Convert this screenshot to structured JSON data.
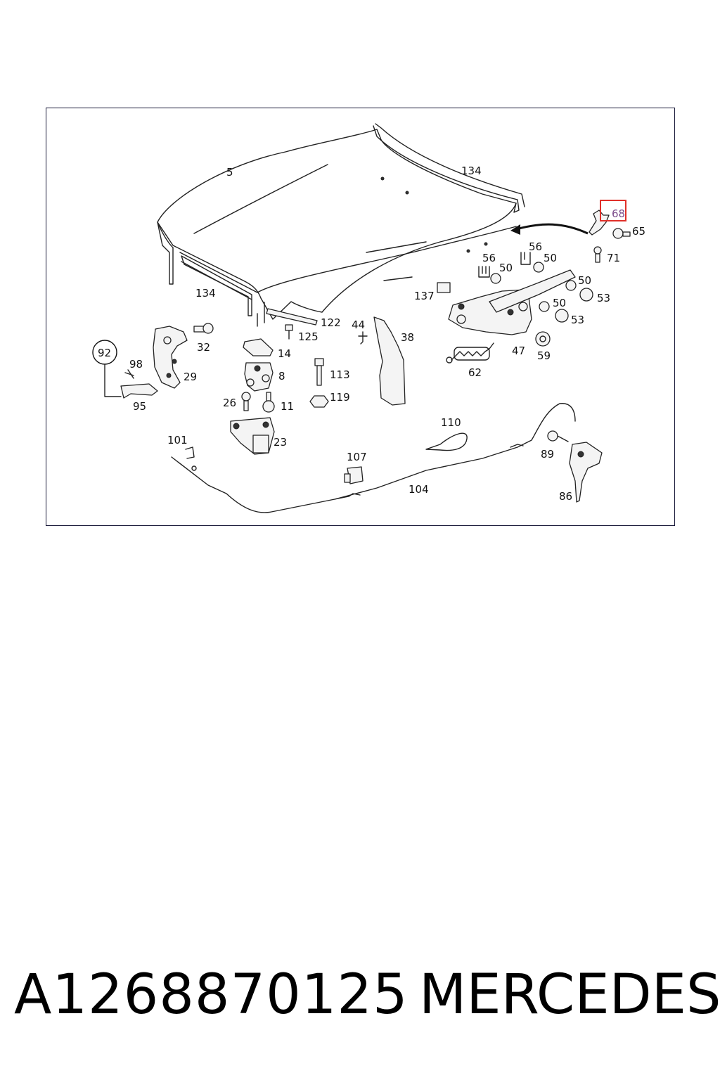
{
  "diagram": {
    "labels": {
      "l5": "5",
      "l134a": "134",
      "l134b": "134",
      "l68": "68",
      "l65": "65",
      "l71": "71",
      "l56a": "56",
      "l56b": "56",
      "l50a": "50",
      "l50b": "50",
      "l50c": "50",
      "l50d": "50",
      "l53a": "53",
      "l53b": "53",
      "l137": "137",
      "l122": "122",
      "l125": "125",
      "l44": "44",
      "l38": "38",
      "l47": "47",
      "l59": "59",
      "l62": "62",
      "l92": "92",
      "l98": "98",
      "l95": "95",
      "l32": "32",
      "l29": "29",
      "l14": "14",
      "l8": "8",
      "l26": "26",
      "l11": "11",
      "l113": "113",
      "l119": "119",
      "l23": "23",
      "l110": "110",
      "l89": "89",
      "l101": "101",
      "l107": "107",
      "l104": "104",
      "l86": "86"
    },
    "highlight_color": "#e0302a",
    "highlighted_label": "68"
  },
  "footer": {
    "part_number": "A1268870125",
    "brand": "MERCEDES"
  }
}
